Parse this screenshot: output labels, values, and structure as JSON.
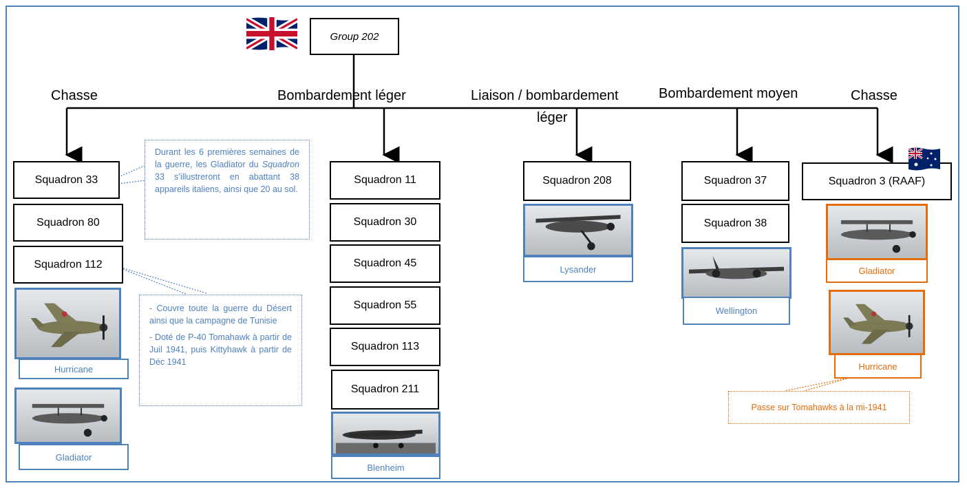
{
  "root": {
    "label": "Group 202"
  },
  "categories": {
    "chasse_left": "Chasse",
    "bombardement_leger": "Bombardement léger",
    "liaison_line1": "Liaison / bombardement",
    "liaison_line2": "léger",
    "bombardement_moyen": "Bombardement moyen",
    "chasse_right": "Chasse"
  },
  "squadrons": {
    "s33": "Squadron 33",
    "s80": "Squadron 80",
    "s112": "Squadron 112",
    "s11": "Squadron 11",
    "s30": "Squadron 30",
    "s45": "Squadron 45",
    "s55": "Squadron 55",
    "s113": "Squadron 113",
    "s211": "Squadron 211",
    "s208": "Squadron 208",
    "s37": "Squadron 37",
    "s38": "Squadron 38",
    "s3raaf": "Squadron 3 (RAAF)"
  },
  "notes": {
    "sq33_part1": "Durant les 6 premières semaines de la guerre, les Gladiator du ",
    "sq33_italic": "Squadron",
    "sq33_part2": " 33 s’illustreront en abattant 38 appareils italiens, ainsi que 20 au sol.",
    "sq112_p1": "- Couvre toute la guerre du Désert ainsi que la campagne de Tunisie",
    "sq112_p2": "- Doté de P-40 Tomahawk à partir de Juil 1941, puis Kittyhawk à partir de Déc 1941",
    "raaf": "Passe sur Tomahawks à la mi-1941"
  },
  "aircraft": {
    "hurricane_left": "Hurricane",
    "gladiator_left": "Gladiator",
    "blenheim": "Blenheim",
    "lysander": "Lysander",
    "wellington": "Wellington",
    "gladiator_right": "Gladiator",
    "hurricane_right": "Hurricane"
  },
  "colors": {
    "frame": "#4f81bd",
    "note_blue": "#4f81bd",
    "note_orange": "#e46c0a"
  },
  "icons": {
    "uk": "uk-flag-icon",
    "australia": "australia-flag-icon"
  }
}
